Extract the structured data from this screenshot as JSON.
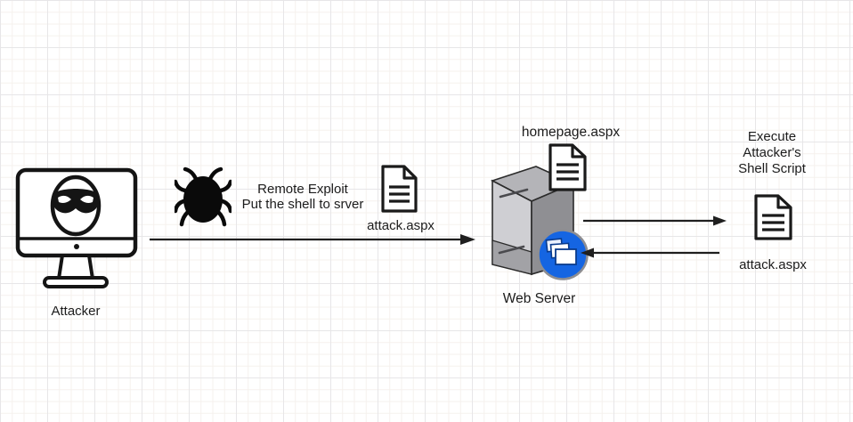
{
  "attacker": {
    "label": "Attacker"
  },
  "exploit": {
    "text_line1": "Remote Exploit",
    "text_line2": "Put the shell to srver",
    "file_label": "attack.aspx"
  },
  "web_server": {
    "label": "Web Server",
    "file_label": "homepage.aspx"
  },
  "execute": {
    "text_line1": "Execute",
    "text_line2": "Attacker's",
    "text_line3": "Shell Script",
    "file_label": "attack.aspx"
  },
  "icons": {
    "attacker": "masked-hacker-monitor-icon",
    "exploit": "bug-icon",
    "payload": "document-icon",
    "server": "server-tower-icon",
    "server_badge": "app-windows-icon",
    "flow": "arrow-right-icon"
  },
  "colors": {
    "icon_stroke": "#1a1a1a",
    "app_badge_blue": "#1565e2",
    "server_front": "#cfcfd3",
    "server_side": "#8f8f93",
    "server_top": "#b4b4b8",
    "grid_minor": "#f5f1ed",
    "grid_major": "#e7e6e8"
  }
}
